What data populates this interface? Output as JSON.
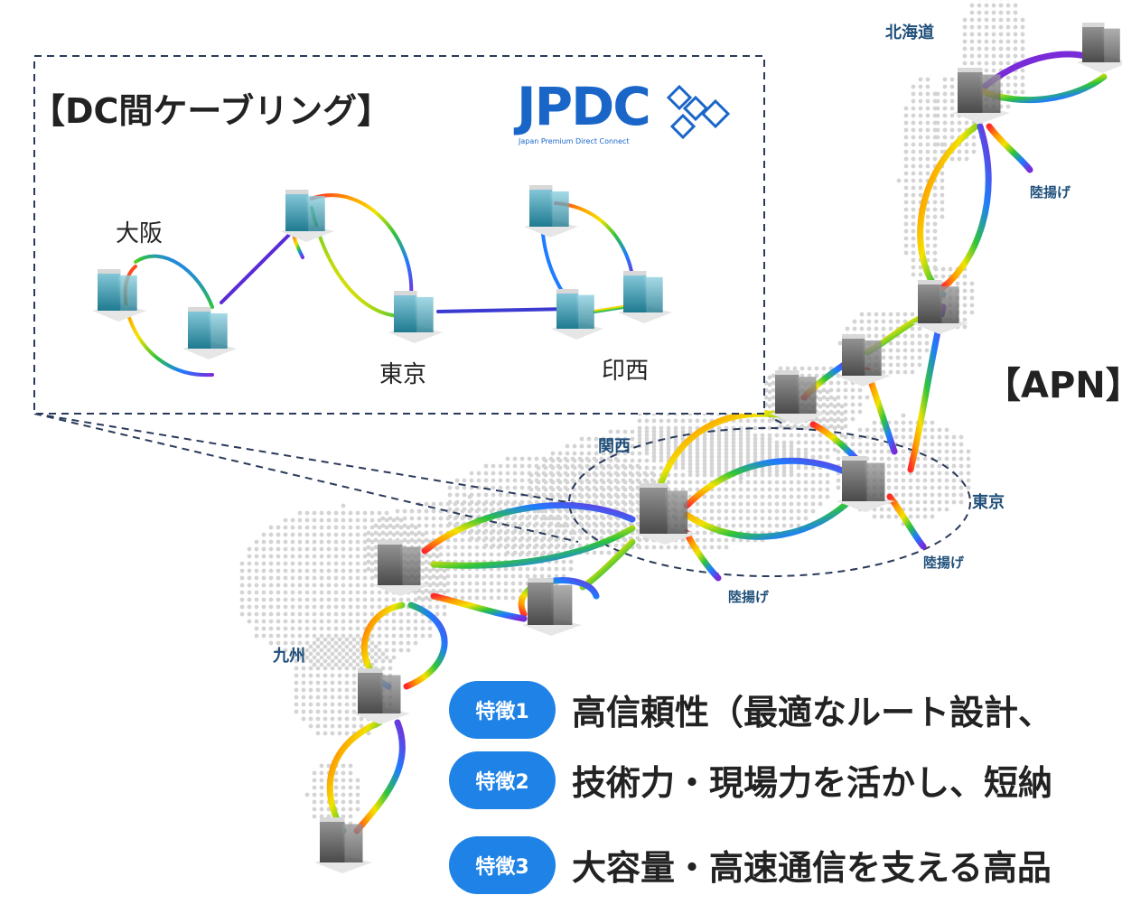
{
  "inset": {
    "title": "【DC間ケーブリング】",
    "logo_word": "JPDC",
    "logo_tagline": "Japan Premium Direct Connect",
    "cities": {
      "osaka": "大阪",
      "tokyo": "東京",
      "inzai": "印西"
    }
  },
  "map": {
    "apn_title": "【APN】",
    "regions": {
      "hokkaido": "北海道",
      "kansai": "関西",
      "tokyo": "東京",
      "kyushu": "九州"
    },
    "landing_label": "陸揚げ"
  },
  "features": [
    {
      "badge": "特徴1",
      "text": "高信頼性（最適なルート設計、"
    },
    {
      "badge": "特徴2",
      "text": "技術力・現場力を活かし、短納"
    },
    {
      "badge": "特徴3",
      "text": "大容量・高速通信を支える高品"
    }
  ],
  "colors": {
    "accent_blue": "#1e82e6",
    "logo_blue": "#1a66c8",
    "region_label": "#1f4f7a",
    "cable_purple": "#5a2bd8"
  }
}
